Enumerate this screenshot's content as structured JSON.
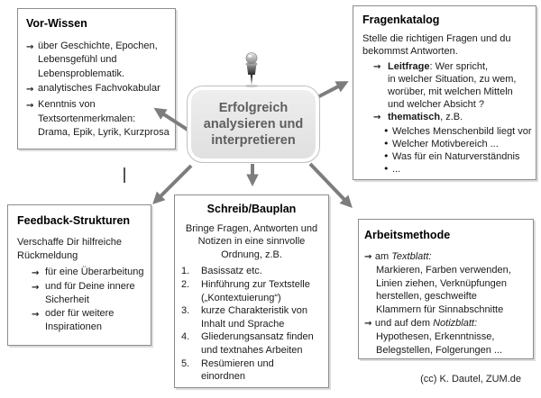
{
  "glyphs": {
    "arrow": "→",
    "bullet": "•"
  },
  "colors": {
    "arrow_gray": "#7d7d7d",
    "node_fill": "#e6e6e6",
    "node_text": "#5e5e5e",
    "box_border": "#8c8c8c"
  },
  "center": {
    "label": "Erfolgreich\nanalysieren und\ninterpretieren"
  },
  "credit": "(cc) K. Dautel, ZUM.de",
  "boxes": {
    "vorwissen": {
      "title": "Vor-Wissen",
      "items": [
        "über Geschichte, Epochen,\nLebensgefühl und\nLebensproblematik.",
        "analytisches Fachvokabular",
        "Kenntnis von\nTextsortenmerkmalen:\nDrama, Epik, Lyrik, Kurzprosa"
      ]
    },
    "fragenkatalog": {
      "title": "Fragenkatalog",
      "intro": "Stelle die richtigen Fragen und du\nbekommst Antworten.",
      "leitfrage_label": "Leitfrage",
      "leitfrage_text": ": Wer spricht,\nin welcher Situation, zu wem,\nworüber, mit welchen Mitteln\nund welcher Absicht ?",
      "thematisch_label": "thematisch",
      "thematisch_text": ", z.B.",
      "bullets": [
        "Welches Menschenbild liegt vor",
        "Welcher Motivbereich ...",
        "Was für ein Naturverständnis",
        "..."
      ]
    },
    "feedback": {
      "title": "Feedback-Strukturen",
      "intro": "Verschaffe Dir hilfreiche\nRückmeldung",
      "items": [
        "für eine Überarbeitung",
        "und für Deine innere\nSicherheit",
        "oder für weitere\nInspirationen"
      ]
    },
    "schreib": {
      "title": "Schreib/Bauplan",
      "intro": "Bringe Fragen, Antworten und\nNotizen in eine sinnvolle\nOrdnung, z.B.",
      "steps": [
        {
          "num": "1.",
          "text": "Basissatz etc."
        },
        {
          "num": "2.",
          "text": "Hinführung zur Textstelle\n(„Kontextuierung“)"
        },
        {
          "num": "3.",
          "text": "kurze Charakteristik von\nInhalt und Sprache"
        },
        {
          "num": "4.",
          "text": "Gliederungsansatz finden\nund textnahes Arbeiten"
        },
        {
          "num": "5.",
          "text": "Resümieren und\neinordnen"
        }
      ]
    },
    "arbeitsmethode": {
      "title": "Arbeitsmethode",
      "item1_prefix": "am ",
      "item1_italic": "Textblatt:",
      "item1_text": "\nMarkieren, Farben verwenden,\nLinien ziehen, Verknüpfungen\nherstellen, geschweifte\nKlammern für Sinnabschnitte",
      "item2_prefix": "und auf dem ",
      "item2_italic": "Notizblatt:",
      "item2_text": "\nHypothesen, Erkenntnisse,\nBelegstellen, Folgerungen ..."
    }
  }
}
